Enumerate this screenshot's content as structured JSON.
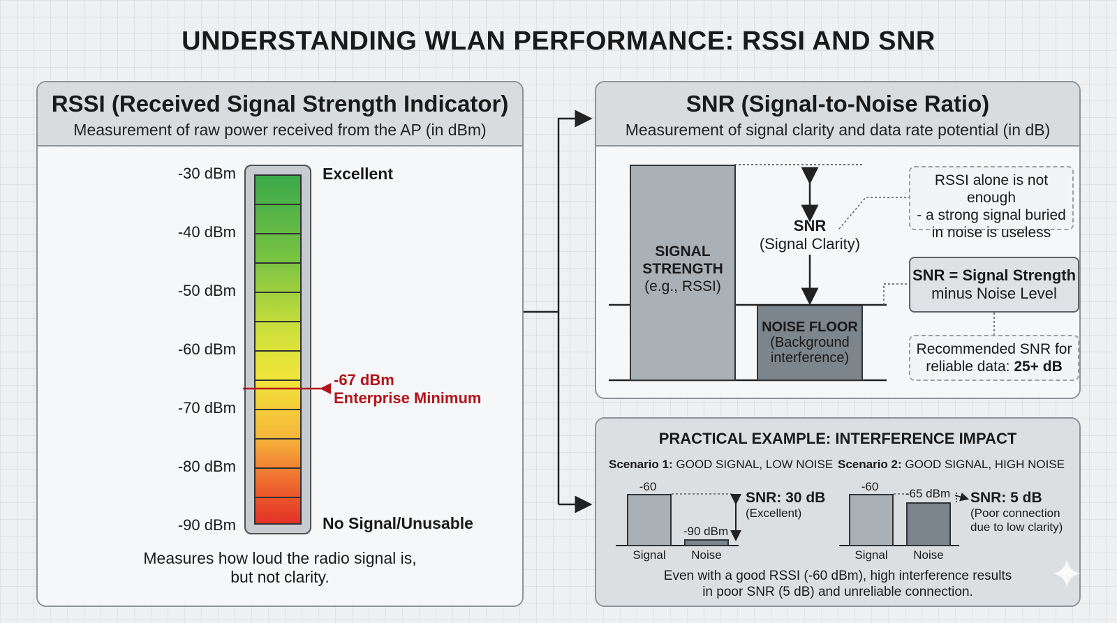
{
  "title": "UNDERSTANDING WLAN PERFORMANCE: RSSI AND SNR",
  "rssi": {
    "title": "RSSI (Received Signal Strength Indicator)",
    "subtitle": "Measurement of raw power received from the AP (in dBm)",
    "ticks": [
      "-30 dBm",
      "-40 dBm",
      "-50 dBm",
      "-60 dBm",
      "-70 dBm",
      "-80 dBm",
      "-90 dBm"
    ],
    "top_label": "Excellent",
    "bottom_label": "No Signal/Unusable",
    "marker_value": "-67 dBm",
    "marker_label": "Enterprise Minimum",
    "caption_line1": "Measures how loud the radio signal is,",
    "caption_line2": "but not clarity."
  },
  "snr": {
    "title": "SNR (Signal-to-Noise Ratio)",
    "subtitle": "Measurement of signal clarity and data rate potential (in dB)",
    "signal_line1": "SIGNAL",
    "signal_line2": "STRENGTH",
    "signal_line3": "(e.g., RSSI)",
    "snr_label": "SNR",
    "snr_sub": "(Signal Clarity)",
    "noise_line1": "NOISE FLOOR",
    "noise_line2": "(Background",
    "noise_line3": "interference)",
    "note1_line1": "RSSI alone is not enough",
    "note1_line2": "- a strong signal buried",
    "note1_line3": "in noise is useless",
    "formula_line1": "SNR = Signal Strength",
    "formula_line2": "minus Noise Level",
    "rec_line1": "Recommended SNR for",
    "rec_line2": "reliable data:",
    "rec_value": "25+ dB"
  },
  "example": {
    "title": "PRACTICAL EXAMPLE: INTERFERENCE IMPACT",
    "s1_bold": "Scenario 1:",
    "s1_text": "GOOD SIGNAL, LOW NOISE",
    "s1_signal_value": "-60 dBm",
    "s1_noise_value": "-90 dBm",
    "s1_snr": "SNR: 30 dB",
    "s1_snr_note": "(Excellent)",
    "s2_bold": "Scenario 2:",
    "s2_text": "GOOD SIGNAL, HIGH NOISE",
    "s2_signal_value": "-60 dBm",
    "s2_noise_value": "-65 dBm",
    "s2_snr": "SNR: 5 dB",
    "s2_snr_note1": "(Poor connection",
    "s2_snr_note2": "due to low clarity)",
    "signal_label": "Signal",
    "noise_label": "Noise",
    "footer_line1": "Even with a good RSSI (-60 dBm), high interference results",
    "footer_line2": "in poor SNR (5 dB) and unreliable connection."
  },
  "colors": {
    "marker": "#b3141a",
    "meter_top": "#3aa84a",
    "meter_bottom": "#e33227"
  }
}
